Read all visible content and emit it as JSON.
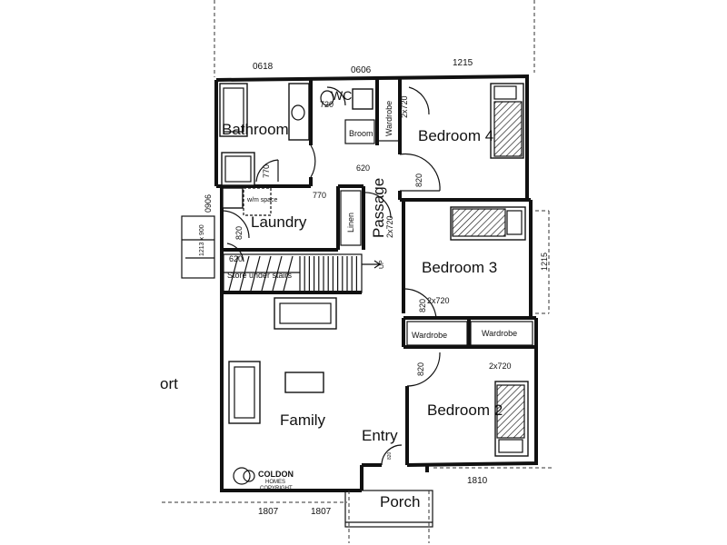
{
  "rooms": {
    "bathroom": "Bathroom",
    "wc": "WC",
    "broom": "Broom",
    "laundry": "Laundry",
    "linen": "Linen",
    "passage": "Passage",
    "bedroom4": "Bedroom 4",
    "bedroom3": "Bedroom 3",
    "bedroom2": "Bedroom 2",
    "family": "Family",
    "entry": "Entry",
    "porch": "Porch",
    "store": "Store under stairs",
    "wm_space": "w/m space",
    "wardrobe_top": "Wardrobe",
    "wardrobe_left": "Wardrobe",
    "wardrobe_right": "Wardrobe",
    "up": "UP",
    "port_partial": "ort"
  },
  "dimensions": {
    "top_0618": "0618",
    "top_0606": "0606",
    "top_1215": "1215",
    "wc_720": "720",
    "wardrobe_2x720": "2x720",
    "bath_770": "770",
    "passage_620": "620",
    "laundry_770": "770",
    "bed4_820": "820",
    "linen_2x720": "2x720",
    "side_0906": "0906",
    "laundry_820": "820",
    "stair_620": "620",
    "right_1215": "1215",
    "bed3_820": "820",
    "bed3_2x720": "2x720",
    "bed2_820": "820",
    "bed2_2x720": "2x720",
    "bottom_1810": "1810",
    "bottom_1807a": "1807",
    "bottom_1807b": "1807",
    "entry_820": "820",
    "window_note": "1213 x 900"
  },
  "logo": {
    "name": "COLDON",
    "line2": "HOMES",
    "line3": "COPYRIGHT"
  }
}
